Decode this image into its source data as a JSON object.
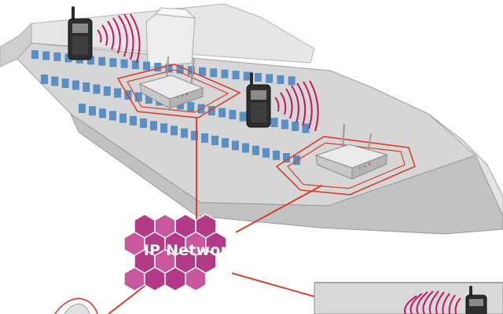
{
  "diagram": {
    "network_label": "IP Network*",
    "colors": {
      "link": "#d6402a",
      "network_fill": "#b23a86",
      "network_light": "#c9579b",
      "signal_waves": "#c2185b",
      "hull": "#d3d3d3",
      "windows": "#5b8fc4"
    },
    "nodes": [
      {
        "name": "radio-1",
        "kind": "handheld-radio",
        "icon": "radio-icon"
      },
      {
        "name": "radio-2",
        "kind": "handheld-radio",
        "icon": "radio-icon"
      },
      {
        "name": "radio-3",
        "kind": "handheld-radio",
        "icon": "radio-icon"
      },
      {
        "name": "repeater-1",
        "kind": "wireless-access-point",
        "icon": "repeater-icon"
      },
      {
        "name": "repeater-2",
        "kind": "wireless-access-point",
        "icon": "repeater-icon"
      },
      {
        "name": "ip-network",
        "kind": "network-cloud",
        "icon": "hexagon-cloud-icon"
      }
    ],
    "links": [
      {
        "from": "repeater-1",
        "to": "ip-network"
      },
      {
        "from": "repeater-2",
        "to": "ip-network"
      },
      {
        "from": "ip-network",
        "to": "remote-site-left"
      },
      {
        "from": "ip-network",
        "to": "remote-site-right"
      }
    ]
  }
}
